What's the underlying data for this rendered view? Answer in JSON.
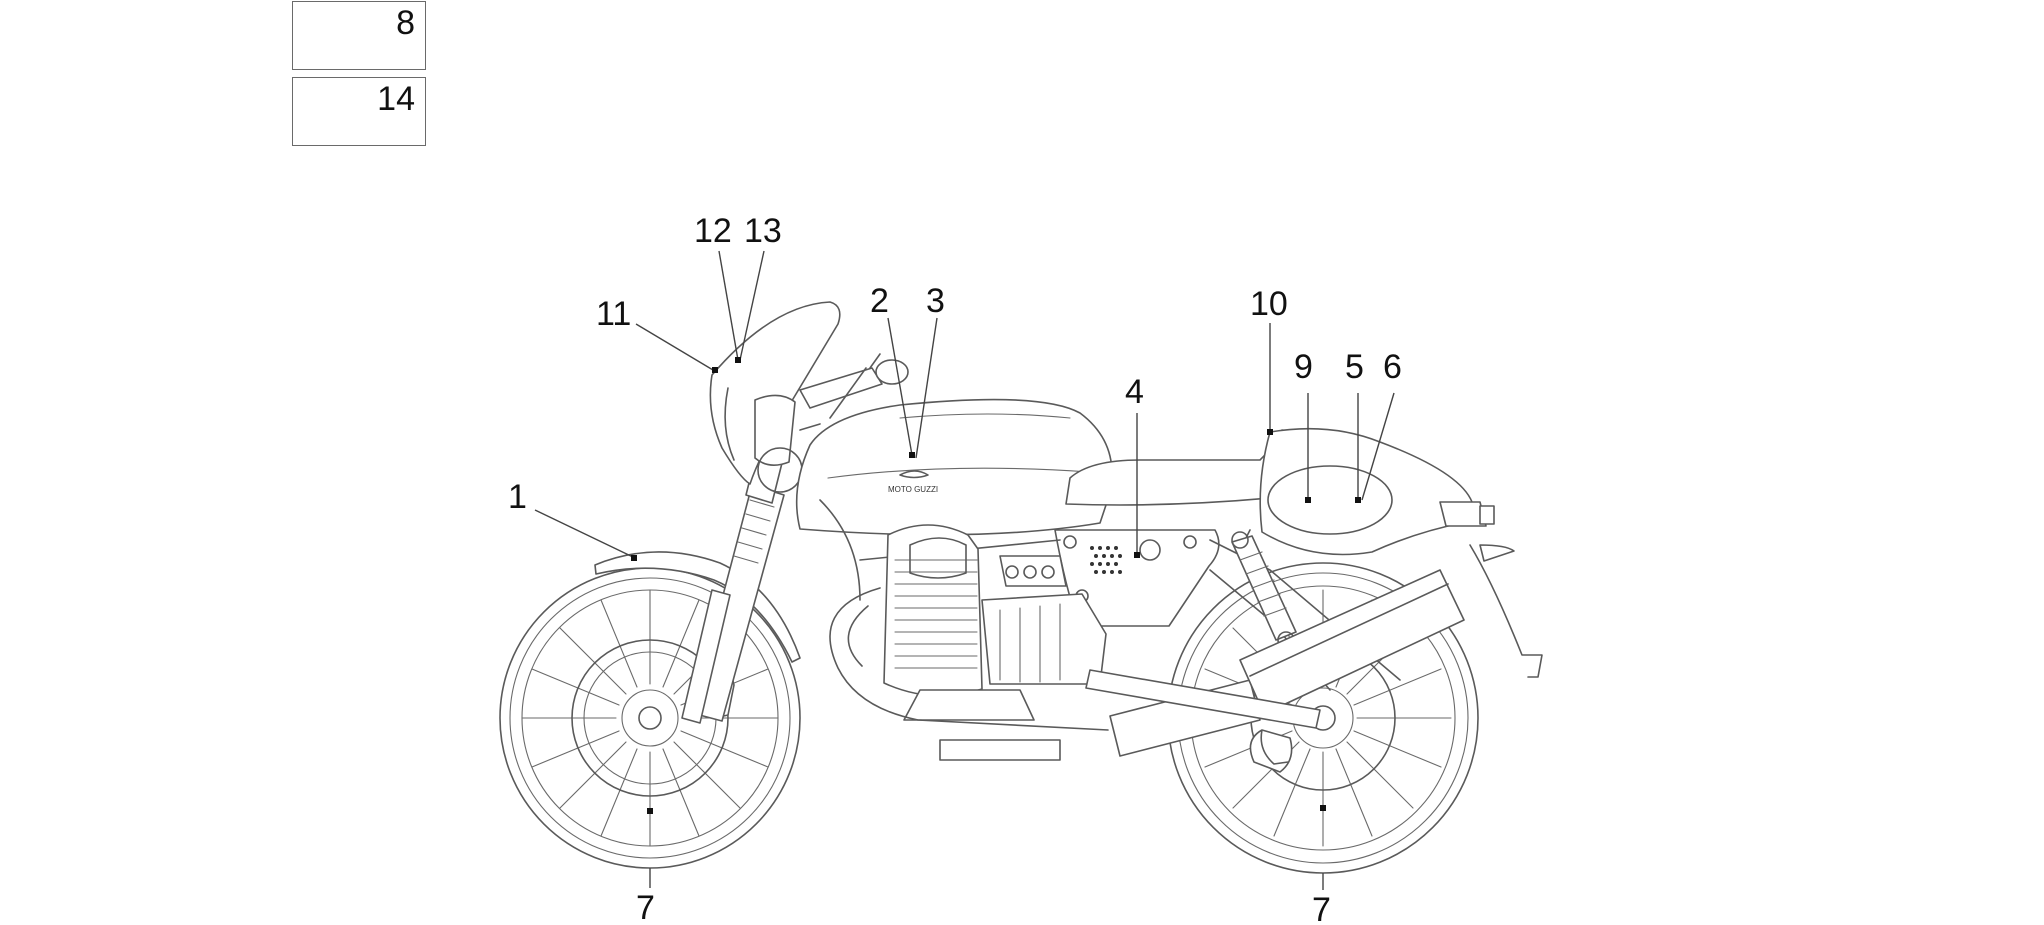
{
  "boxes": [
    {
      "label": "8"
    },
    {
      "label": "14"
    }
  ],
  "callouts": [
    {
      "label": "1"
    },
    {
      "label": "2"
    },
    {
      "label": "3"
    },
    {
      "label": "4"
    },
    {
      "label": "5"
    },
    {
      "label": "6"
    },
    {
      "label": "7"
    },
    {
      "label": "7"
    },
    {
      "label": "9"
    },
    {
      "label": "10"
    },
    {
      "label": "11"
    },
    {
      "label": "12"
    },
    {
      "label": "13"
    }
  ],
  "tank_logo": "MOTO GUZZI"
}
